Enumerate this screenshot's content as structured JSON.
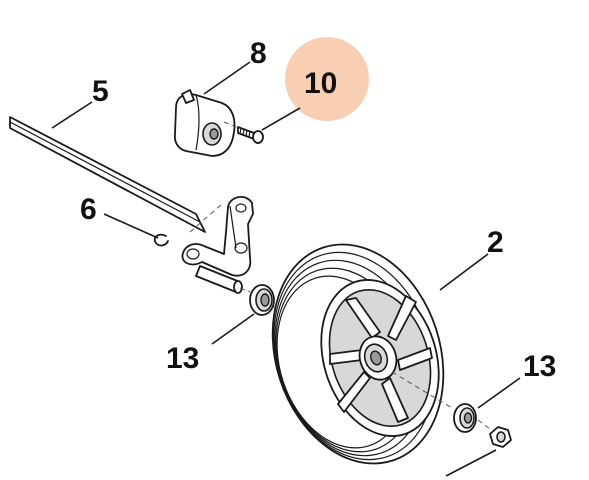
{
  "callouts": {
    "c2": "2",
    "c5": "5",
    "c6": "6",
    "c8": "8",
    "c10": "10",
    "c13a": "13",
    "c13b": "13"
  },
  "colors": {
    "highlight": "#f9cfb3",
    "ink": "#111111",
    "background": "#ffffff"
  }
}
